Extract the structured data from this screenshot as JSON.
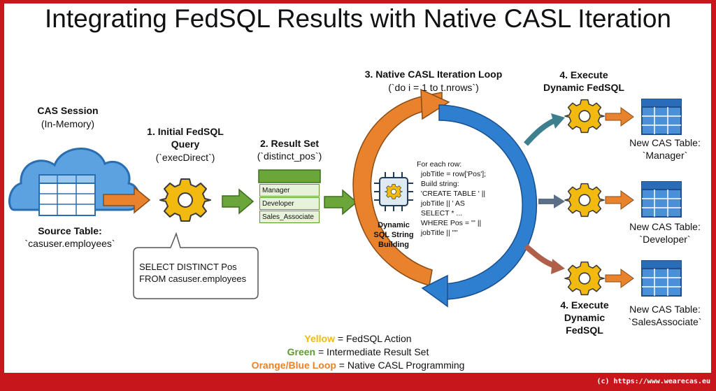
{
  "title": "Integrating FedSQL Results with Native CASL Iteration",
  "cas_session": {
    "title": "CAS Session",
    "subtitle": "(In-Memory)"
  },
  "source_table": {
    "label": "Source Table:",
    "name": "`casuser.employees`"
  },
  "step1": {
    "title": "1. Initial FedSQL",
    "title2": "Query",
    "sub": "(`execDirect`)"
  },
  "query_bubble": {
    "line1": "SELECT DISTINCT Pos",
    "line2": "FROM casuser.employees"
  },
  "step2": {
    "title": "2. Result Set",
    "sub": "(`distinct_pos`)",
    "rows": [
      "Manager",
      "Developer",
      "Sales_Associate"
    ]
  },
  "step3": {
    "title": "3. Native CASL Iteration Loop",
    "sub": "(`do i = 1 to t.nrows`)"
  },
  "center": {
    "line1": "Dynamic",
    "line2": "SQL String",
    "line3": "Building"
  },
  "code": [
    "For each row:",
    "  jobTitle = row['Pos'];",
    "  Build string:",
    "  'CREATE TABLE ' ||",
    "  jobTitle || ' AS",
    "  SELECT * ...",
    "  WHERE Pos = ''' ||",
    "  jobTitle || ''''"
  ],
  "step4_top": {
    "line1": "4. Execute",
    "line2": "Dynamic FedSQL"
  },
  "step4_bottom": {
    "line1": "4. Execute",
    "line2": "Dynamic",
    "line3": "FedSQL"
  },
  "outputs": [
    {
      "label": "New CAS Table:",
      "name": "`Manager`"
    },
    {
      "label": "New CAS Table:",
      "name": "`Developer`"
    },
    {
      "label": "New CAS Table:",
      "name": "`SalesAssociate`"
    }
  ],
  "legend": [
    {
      "key": "Yellow",
      "text": " = FedSQL Action",
      "color": "#f2b90f"
    },
    {
      "key": "Green",
      "text": " = Intermediate Result Set",
      "color": "#5c9a2c"
    },
    {
      "key": "Orange/Blue Loop",
      "text": " = Native CASL Programming",
      "color": "#e8822c"
    }
  ],
  "credit": "(c) https://www.wearecas.eu",
  "colors": {
    "frame": "#c8161d",
    "gear": "#f2b90f",
    "green": "#5c9a2c",
    "orange": "#e8822c",
    "blue": "#2f7fd0"
  }
}
